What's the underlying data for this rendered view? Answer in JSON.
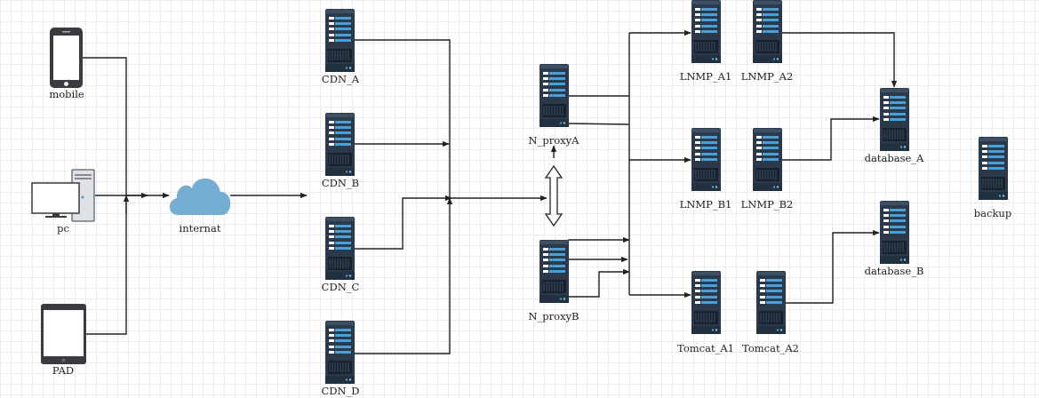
{
  "devices": {
    "mobile": "mobile",
    "pc": "pc",
    "pad": "PAD"
  },
  "cloud": "internat",
  "cdn": [
    "CDN_A",
    "CDN_B",
    "CDN_C",
    "CDN_D"
  ],
  "proxies": [
    "N_proxyA",
    "N_proxyB"
  ],
  "lnmp": {
    "a1": "LNMP_A1",
    "a2": "LNMP_A2",
    "b1": "LNMP_B1",
    "b2": "LNMP_B2"
  },
  "tomcat": {
    "a1": "Tomcat_A1",
    "a2": "Tomcat_A2"
  },
  "databases": {
    "a": "database_A",
    "b": "database_B"
  },
  "backup": "backup",
  "colors": {
    "server_body": "#2b3a4a",
    "server_accent": "#4a9fd8",
    "device_dark": "#3a3a3f",
    "cloud": "#75aed3",
    "line": "#222222"
  }
}
